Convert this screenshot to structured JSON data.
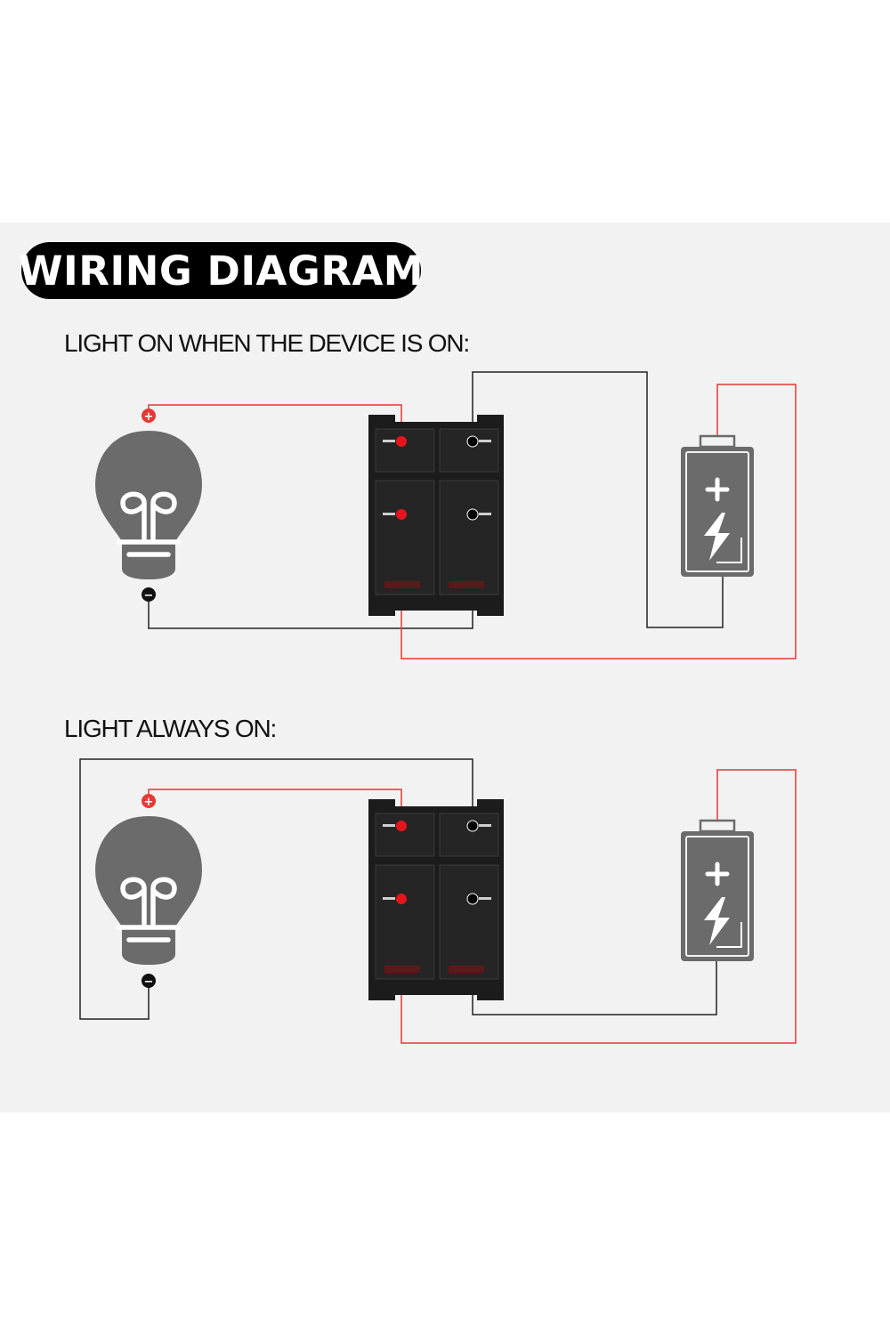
{
  "title": "WIRING DIAGRAM",
  "diagrams": [
    {
      "heading": "LIGHT ON WHEN THE DEVICE IS ON:"
    },
    {
      "heading": "LIGHT ALWAYS ON:"
    }
  ],
  "symbols": {
    "positive": "+",
    "negative": "−"
  },
  "icons": [
    "light-bulb-icon",
    "battery-icon",
    "rocker-switch-icon"
  ],
  "colors": {
    "positive_wire": "#e53935",
    "negative_wire": "#222222",
    "terminal_red": "#e8141b",
    "icon_gray": "#6b6b6b",
    "switch_body": "#1e1e1e",
    "panel_bg": "#f2f2f2"
  }
}
